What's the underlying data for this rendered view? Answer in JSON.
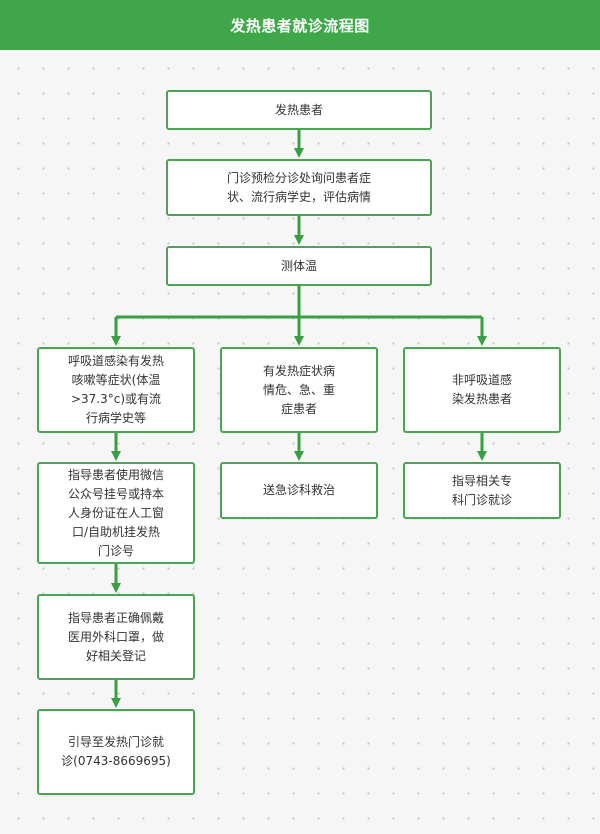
{
  "header": {
    "title": "发热患者就诊流程图"
  },
  "nodes": {
    "start": "发热患者",
    "precheck": "门诊预检分诊处询问患者症\n状、流行病学史，评估病情",
    "temperature": "测体温",
    "respiratory": "呼吸道感染有发热\n咳嗽等症状(体温\n>37.3°c)或有流\n行病学史等",
    "severe": "有发热症状病\n情危、急、重\n症患者",
    "non_respiratory": "非呼吸道感\n染发热患者",
    "register": "指导患者使用微信\n公众号挂号或持本\n人身份证在人工窗\n口/自助机挂发热\n门诊号",
    "emergency": "送急诊科救治",
    "specialist": "指导相关专\n科门诊就诊",
    "mask": "指导患者正确佩戴\n医用外科口罩，做\n好相关登记",
    "guide": "引导至发热门诊就\n诊(0743-8669695)"
  },
  "colors": {
    "header_bg": "#3fa64a",
    "border": "#4aa552",
    "arrow": "#3a9e44",
    "text": "#333333"
  }
}
